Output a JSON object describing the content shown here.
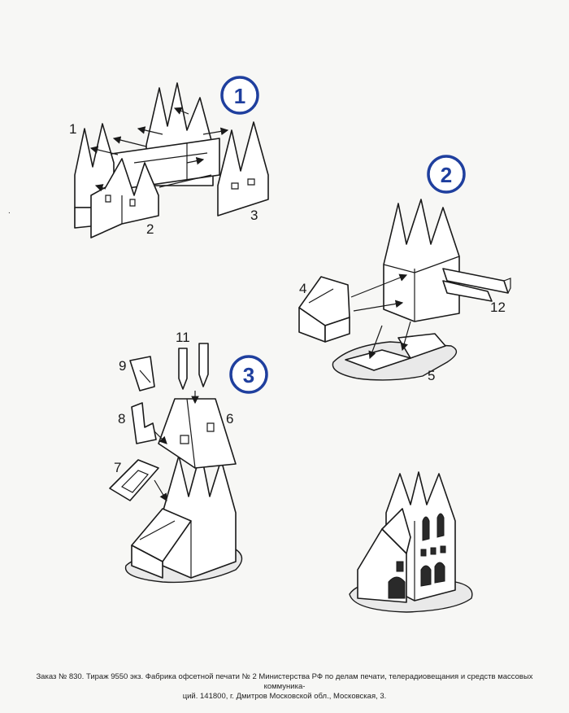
{
  "steps": [
    {
      "number": "1",
      "part_labels": [
        "1",
        "2",
        "3"
      ]
    },
    {
      "number": "2",
      "part_labels": [
        "4",
        "5",
        "12"
      ]
    },
    {
      "number": "3",
      "part_labels": [
        "6",
        "7",
        "8",
        "9",
        "11"
      ]
    }
  ],
  "footer": {
    "line1": "Заказ № 830. Тираж 9550 экз. Фабрика офсетной печати № 2 Министерства РФ по делам печати, телерадиовещания и средств массовых коммуника-",
    "line2": "ций. 141800, г. Дмитров Московской обл., Московская, 3."
  },
  "colors": {
    "step_badge": "#1f3f9e",
    "line": "#1a1a1a",
    "paper": "#f7f7f5"
  }
}
